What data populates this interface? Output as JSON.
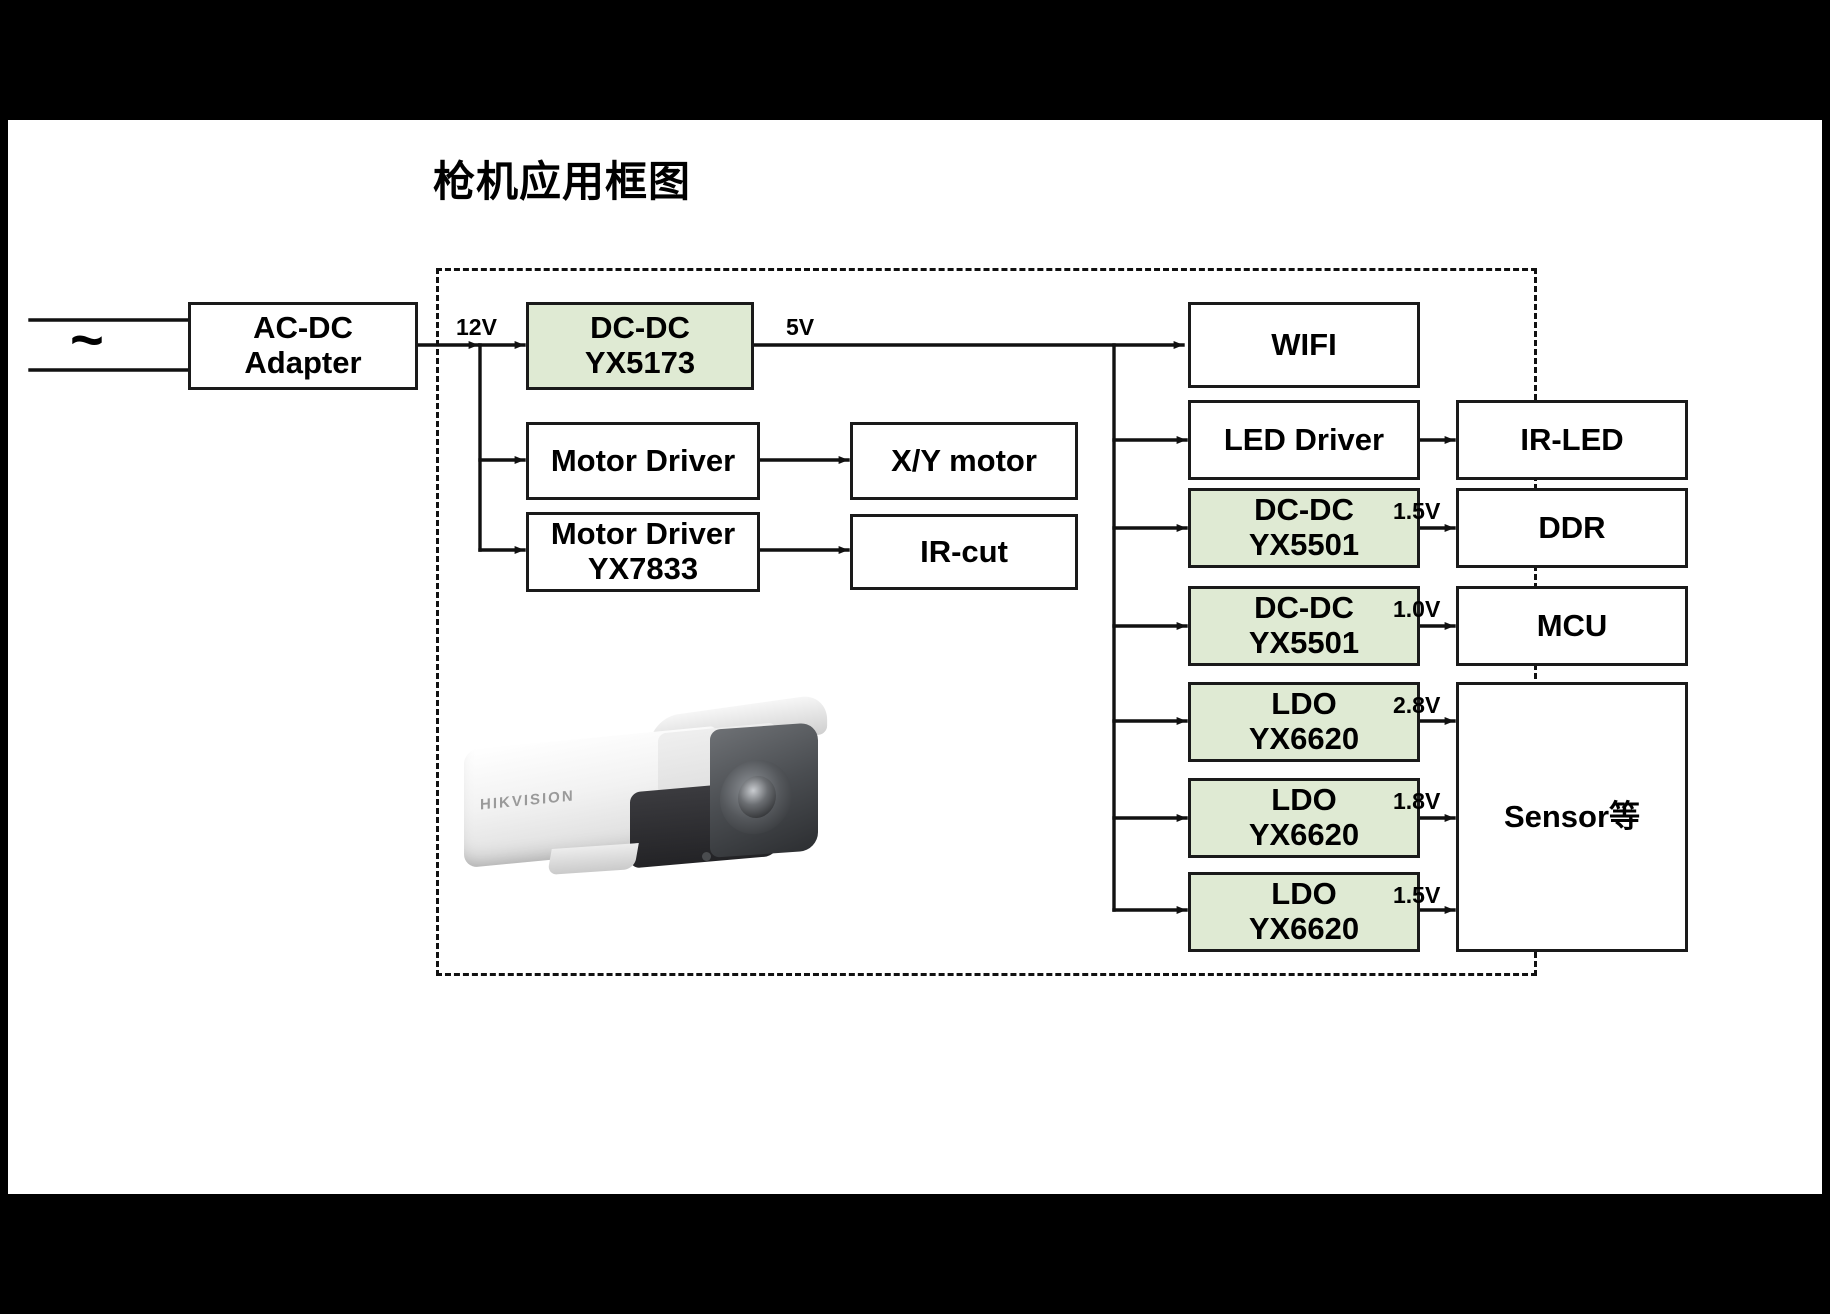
{
  "slide": {
    "title": "枪机应用框图",
    "background": "#ffffff",
    "letterbox_color": "#000000"
  },
  "colors": {
    "block_fill_default": "#ffffff",
    "block_fill_highlight": "#dfead3",
    "stroke": "#1a1a1a",
    "text": "#000000"
  },
  "diagram": {
    "type": "block-diagram",
    "enclosure": {
      "style": "dashed",
      "label": ""
    },
    "mains": {
      "symbol": "~",
      "icon": "ac-mains-icon"
    },
    "blocks": [
      {
        "id": "ac-dc-adapter",
        "line1": "AC-DC",
        "line2": "Adapter",
        "highlight": false
      },
      {
        "id": "dc-dc-yx5173",
        "line1": "DC-DC",
        "line2": "YX5173",
        "highlight": true
      },
      {
        "id": "motor-driver-1",
        "line1": "Motor Driver",
        "line2": "",
        "highlight": false
      },
      {
        "id": "xy-motor",
        "line1": "X/Y motor",
        "line2": "",
        "highlight": false
      },
      {
        "id": "motor-driver-yx7833",
        "line1": "Motor Driver",
        "line2": "YX7833",
        "highlight": false
      },
      {
        "id": "ir-cut",
        "line1": "IR-cut",
        "line2": "",
        "highlight": false
      },
      {
        "id": "wifi",
        "line1": "WIFI",
        "line2": "",
        "highlight": false
      },
      {
        "id": "led-driver",
        "line1": "LED Driver",
        "line2": "",
        "highlight": false
      },
      {
        "id": "ir-led",
        "line1": "IR-LED",
        "line2": "",
        "highlight": false
      },
      {
        "id": "dc-dc-yx5501-a",
        "line1": "DC-DC",
        "line2": "YX5501",
        "highlight": true
      },
      {
        "id": "ddr",
        "line1": "DDR",
        "line2": "",
        "highlight": false
      },
      {
        "id": "dc-dc-yx5501-b",
        "line1": "DC-DC",
        "line2": "YX5501",
        "highlight": true
      },
      {
        "id": "mcu",
        "line1": "MCU",
        "line2": "",
        "highlight": false
      },
      {
        "id": "ldo-yx6620-a",
        "line1": "LDO",
        "line2": "YX6620",
        "highlight": true
      },
      {
        "id": "ldo-yx6620-b",
        "line1": "LDO",
        "line2": "YX6620",
        "highlight": true
      },
      {
        "id": "ldo-yx6620-c",
        "line1": "LDO",
        "line2": "YX6620",
        "highlight": true
      },
      {
        "id": "sensor",
        "line1": "Sensor等",
        "line2": "",
        "highlight": false
      }
    ],
    "rail_labels": {
      "v12": "12V",
      "v5": "5V",
      "ddr_rail": "1.5V",
      "mcu_rail": "1.0V",
      "sensor_rail_1": "2.8V",
      "sensor_rail_2": "1.8V",
      "sensor_rail_3": "1.5V"
    }
  },
  "photo": {
    "name": "bullet-camera-photo",
    "brand_text": "HIKVISION"
  }
}
